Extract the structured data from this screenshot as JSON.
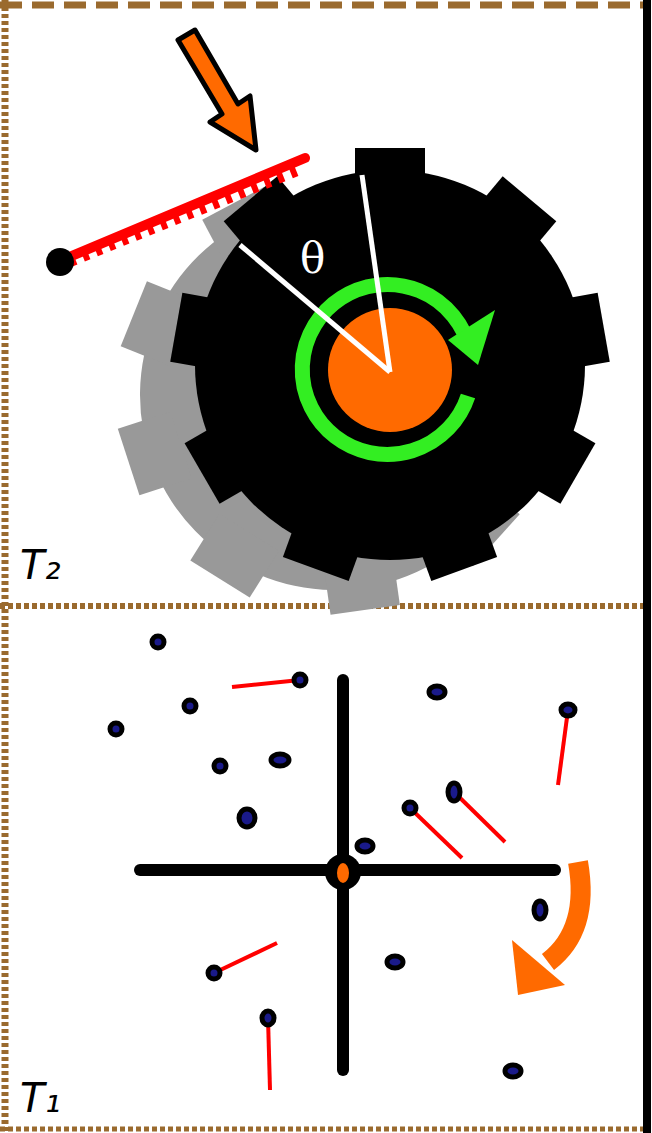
{
  "diagram": {
    "labels": [
      "θ",
      "T₂",
      "T₁"
    ]
  }
}
